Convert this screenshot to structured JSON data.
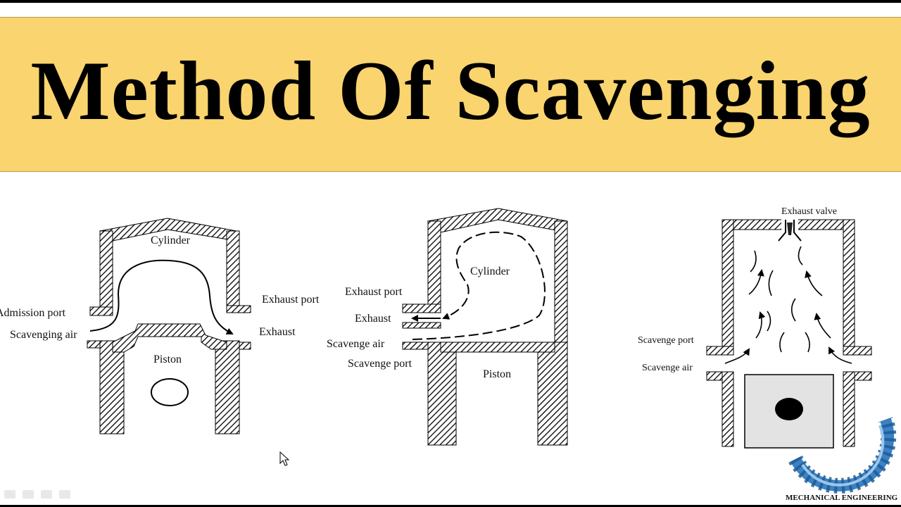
{
  "title": "Method Of Scavenging",
  "diagrams": [
    {
      "cylinder": "Cylinder",
      "admission_port": "Admission port",
      "scavenging_air": "Scavenging air",
      "exhaust_port": "Exhaust port",
      "exhaust": "Exhaust",
      "piston": "Piston"
    },
    {
      "cylinder": "Cylinder",
      "exhaust_port": "Exhaust port",
      "exhaust": "Exhaust",
      "scavenge_air": "Scavenge air",
      "scavenge_port": "Scavenge port",
      "piston": "Piston"
    },
    {
      "exhaust_valve": "Exhaust valve",
      "scavenge_port": "Scavenge port",
      "scavenge_air": "Scavenge air"
    }
  ],
  "logo": {
    "text": "MECHANICAL ENGINEERING",
    "color": "#3b82c4"
  },
  "colors": {
    "banner": "#fad46e",
    "logo_gear": "#3b82c4"
  }
}
